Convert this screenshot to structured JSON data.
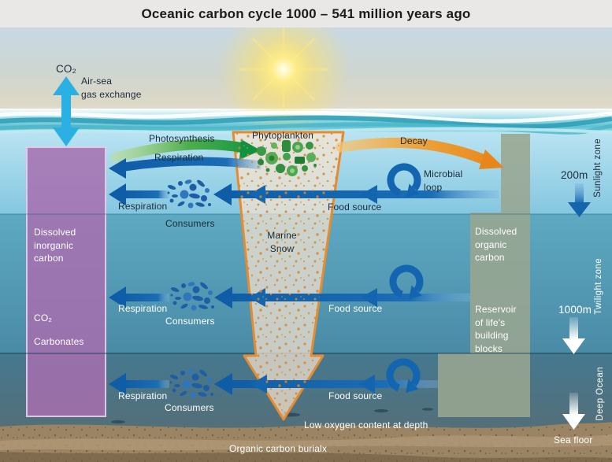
{
  "title": "Oceanic carbon cycle 1000 – 541 million years ago",
  "palette": {
    "title_band": "#e9e8e6",
    "arrow_blue": "#1265ae",
    "arrow_green": "#0f9340",
    "arrow_orange": "#e7861a",
    "arrow_cyan": "#2bb0e3",
    "dic_box_purple": "#a76fae",
    "doc_box_green": "#9aa691",
    "marine_snow_outline": "#e78c2e"
  },
  "atmosphere": {
    "co2": "CO₂",
    "gas_exchange": "Air-sea\ngas exchange"
  },
  "surface": {
    "photosynthesis": "Photosynthesis",
    "respiration": "Respiration",
    "phytoplankton": "Phytoplankton",
    "decay": "Decay"
  },
  "sunlight": {
    "microbial_loop": "Microbial\nloop",
    "food_source": "Food source",
    "respiration": "Respiration",
    "consumers": "Consumers",
    "depth": "200m",
    "zone": "Sunlight zone"
  },
  "twilight": {
    "respiration": "Respiration",
    "consumers": "Consumers",
    "food_source": "Food source",
    "depth": "1000m",
    "zone": "Twilight zone"
  },
  "deep": {
    "respiration": "Respiration",
    "consumers": "Consumers",
    "food_source": "Food source",
    "zone": "Deep Ocean",
    "low_oxygen": "Low oxygen content at depth",
    "burial": "Organic carbon burialx",
    "sea_floor": "Sea floor"
  },
  "marine_snow": "Marine\nSnow",
  "dic_box": {
    "label": "Dissolved\ninorganic\ncarbon",
    "co2": "CO₂",
    "carbonates": "Carbonates"
  },
  "doc_box": {
    "label": "Dissolved\norganic\ncarbon",
    "reservoir": "Reservoir\nof life's\nbuilding\nblocks"
  }
}
